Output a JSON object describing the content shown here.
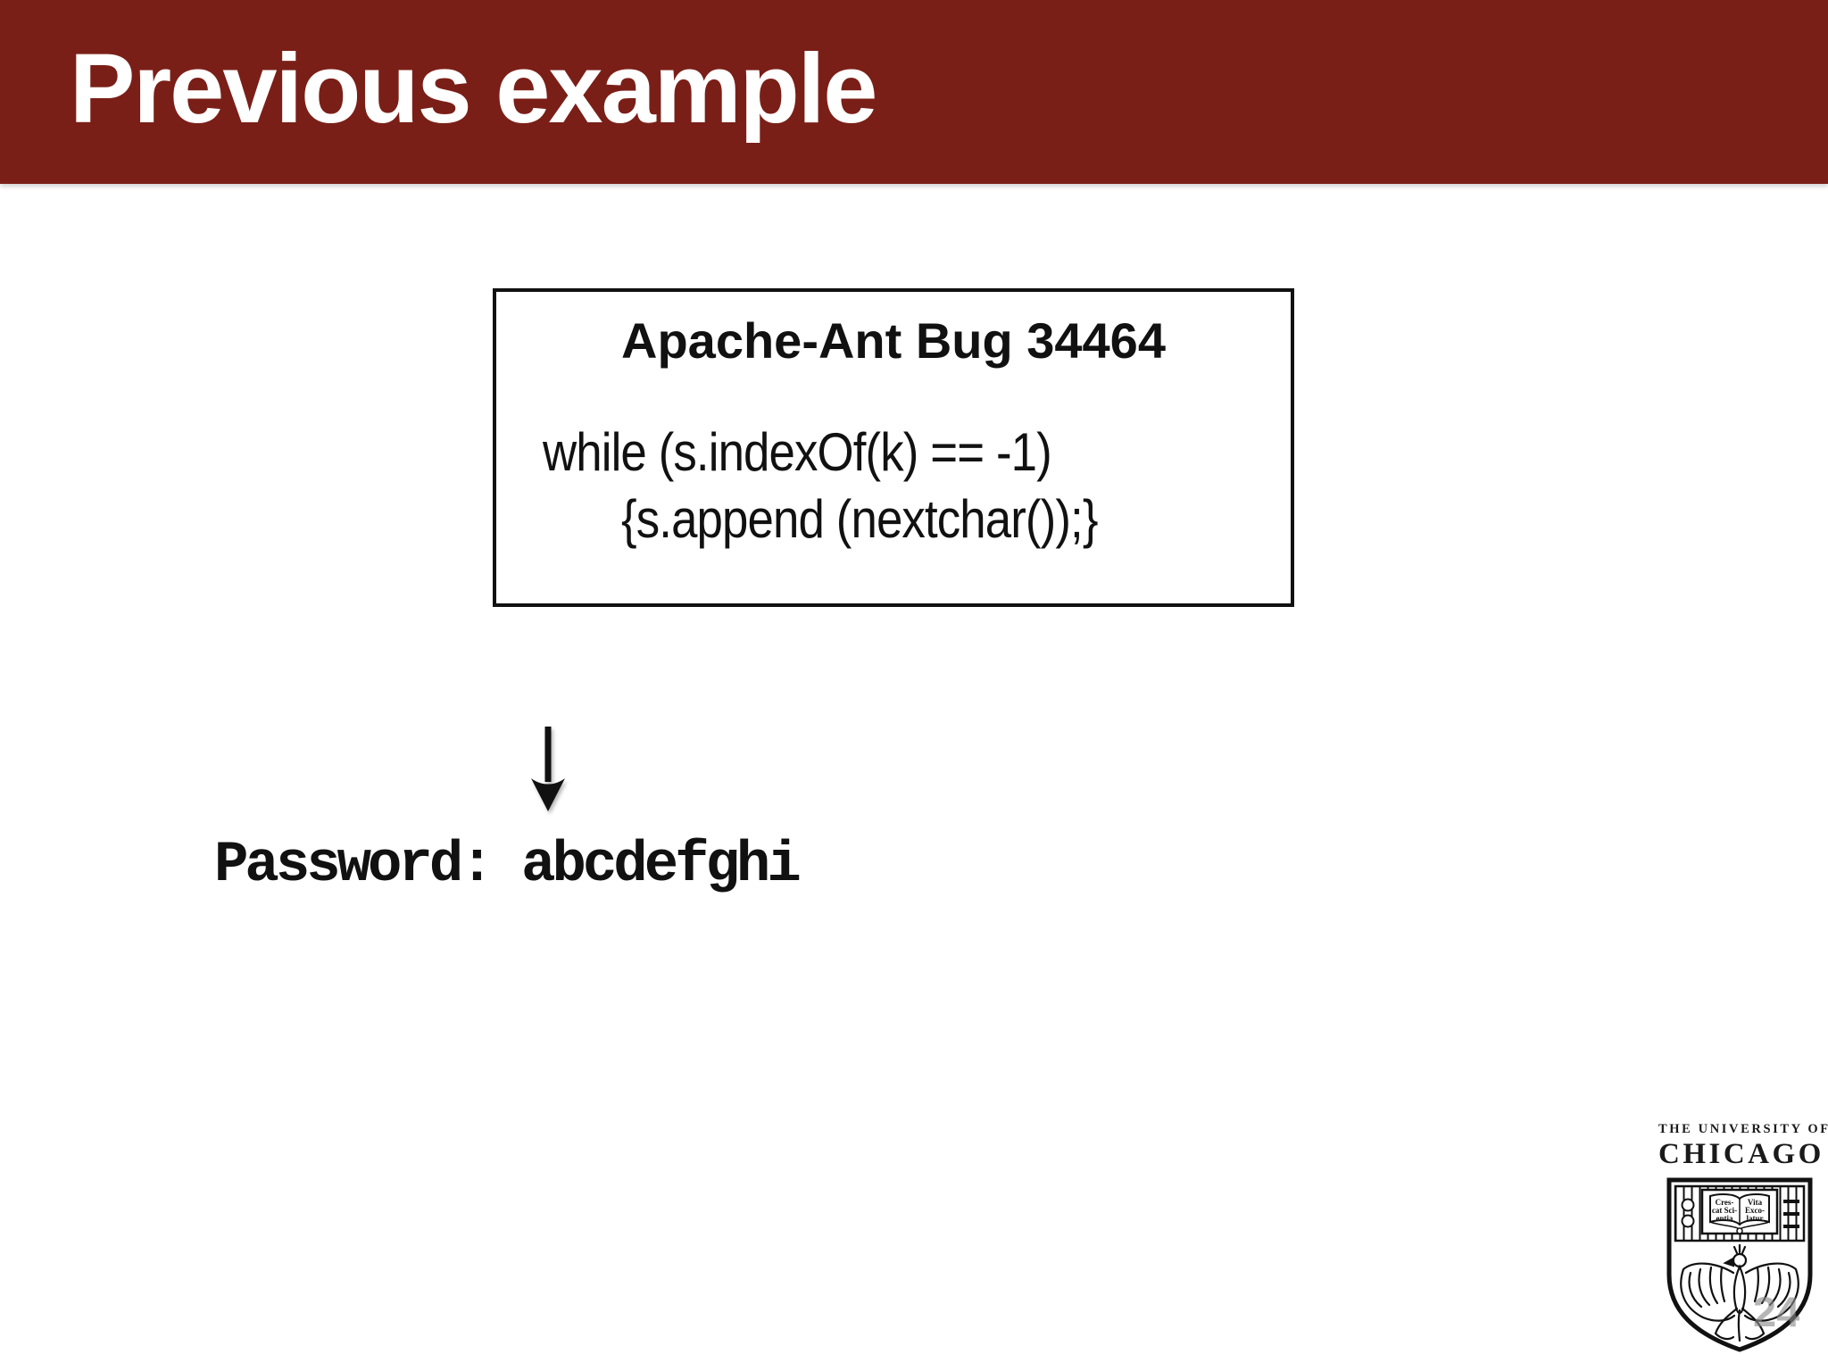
{
  "colors": {
    "banner_red": "#7a1f17",
    "ink_black": "#111111",
    "page_number_gray": "#8a8a8a"
  },
  "header": {
    "title": "Previous example"
  },
  "bug_box": {
    "title": "Apache-Ant Bug 34464",
    "code_lines": [
      "while (s.indexOf(k) == -1)",
      "{s.append (nextchar());}"
    ]
  },
  "icons": {
    "down_arrow": "↓",
    "university_crest": "shield-with-phoenix-and-open-book"
  },
  "result": {
    "password_text": "Password: abcdefghi"
  },
  "footer_logo": {
    "institution_small": "THE UNIVERSITY OF",
    "institution_large": "CHICAGO",
    "book_left_lines": [
      "Cres-",
      "cat Sci-",
      "entia"
    ],
    "book_right_lines": [
      "Vita",
      "Exco-",
      "latur"
    ]
  },
  "page_number": "24"
}
